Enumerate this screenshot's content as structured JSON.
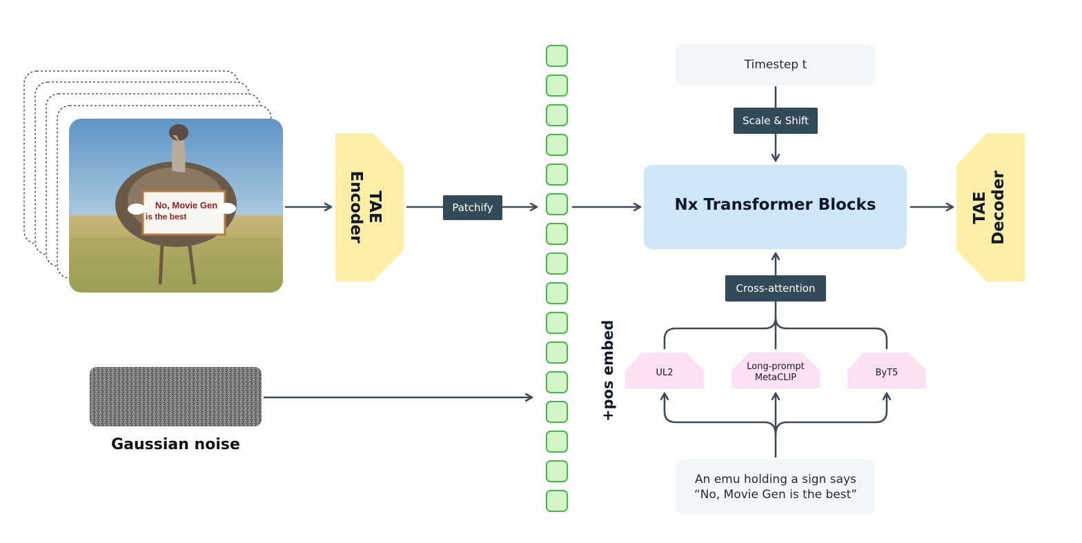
{
  "input_frames": {
    "sign_text_line1": "No, Movie Gen",
    "sign_text_line2": "is the best"
  },
  "tae_encoder": {
    "line1": "TAE",
    "line2": "Encoder"
  },
  "patchify_label": "Patchify",
  "pos_embed_label": "+pos embed",
  "noise": {
    "label": "Gaussian noise"
  },
  "timestep_label": "Timestep t",
  "scale_shift_label": "Scale & Shift",
  "transformer_label": "Nx Transformer Blocks",
  "tae_decoder": {
    "line1": "TAE",
    "line2": "Decoder"
  },
  "cross_attention_label": "Cross-attention",
  "text_encoders": [
    {
      "line1": "UL2",
      "line2": ""
    },
    {
      "line1": "Long-prompt",
      "line2": "MetaCLIP"
    },
    {
      "line1": "ByT5",
      "line2": ""
    }
  ],
  "prompt": {
    "line1": "An emu holding a sign says",
    "line2": "“No, Movie Gen is the best”"
  },
  "colors": {
    "arrow": "#3c4b57",
    "dark_label_bg": "#334a58",
    "tae_yellow": "#fdf0a6",
    "transformer_blue": "#cfe6f7",
    "patch_green_fill": "#d4f5c8",
    "patch_green_border": "#45b84a",
    "text_encoder_pink": "#fde0f3",
    "light_box_bg": "#f3f6f9"
  }
}
